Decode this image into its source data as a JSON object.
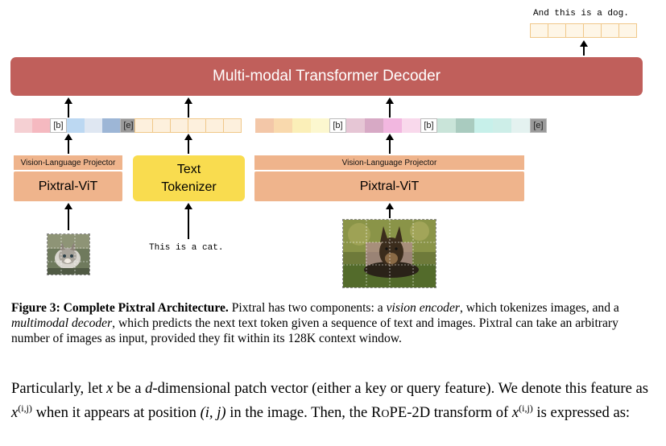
{
  "diagram": {
    "decoder_label": "Multi-modal Transformer Decoder",
    "output_text": "And this is a dog.",
    "input_text": "This is a cat.",
    "left_projector": "Vision-Language Projector",
    "left_vit": "Pixtral-ViT",
    "tokenizer_line1": "Text",
    "tokenizer_line2": "Tokenizer",
    "right_projector": "Vision-Language Projector",
    "right_vit": "Pixtral-ViT",
    "break_token": "[b]",
    "end_token": "[e]",
    "left_image_tokens": [
      "#f5d0d3",
      "#f5b9c0",
      "[b]",
      "#bcd8f2",
      "#dfe7f2",
      "#9db6d6",
      "[e]"
    ],
    "right_image_tokens": [
      "#f3c7a8",
      "#f9d9ad",
      "#fbefb8",
      "#fcf7cf",
      "[b]",
      "#e6c6d5",
      "#d7a9c5",
      "#f2b7e0",
      "#f9d9ec",
      "[b]",
      "#c9e4d9",
      "#a9cbbf",
      "#c7f0ea",
      "#cdeee8",
      "#e4f2f0",
      "[e]"
    ],
    "colors": {
      "decoder": "#c05f5b",
      "vit": "#efb48c",
      "tokenizer": "#f9dc4f",
      "text_token": "#fdf0dd"
    }
  },
  "caption": {
    "label": "Figure 3: Complete Pixtral Architecture.",
    "text_1": " Pixtral has two components: a ",
    "em_1": "vision encoder",
    "text_2": ", which tokenizes images, and a ",
    "em_2": "multimodal decoder",
    "text_3": ", which predicts the next text token given a sequence of text and images. Pixtral can take an arbitrary number of images as input, provided they fit within its 128K context window."
  },
  "paragraph": {
    "t1": "Particularly, let ",
    "t2": " be a ",
    "t3": "-dimensional patch vector (either a key or query feature). We denote this feature as ",
    "t4": " when it appears at position ",
    "t5": " in the image. Then, the R",
    "t5b": "O",
    "t5c": "PE-2D transform of ",
    "t6": " is expressed as:",
    "var_x": "x",
    "var_d": "d",
    "sup": "(i,j)",
    "pos": "(i, j)"
  }
}
